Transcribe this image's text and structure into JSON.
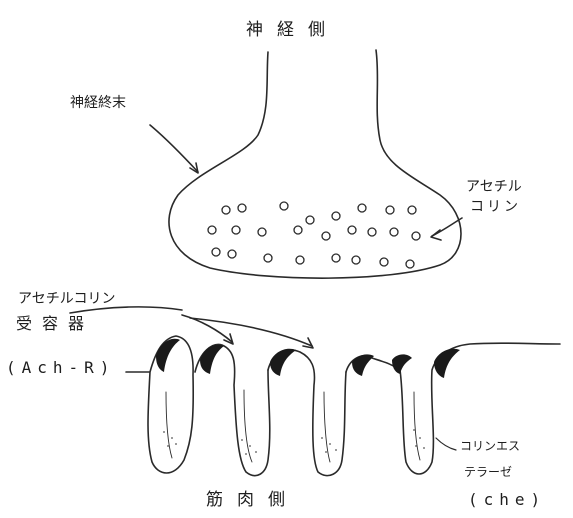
{
  "labels": {
    "nerve_side": "神経側",
    "nerve_terminal": "神経終末",
    "acetylcholine_line1": "アセチル",
    "acetylcholine_line2": "コリン",
    "receptor_line1": "アセチルコリン",
    "receptor_line2": "受容器",
    "receptor_abbrev": "(Ach-R)",
    "muscle_side": "筋肉側",
    "esterase_line1": "コリンエス",
    "esterase_line2": "テラーゼ",
    "esterase_abbrev": "(che)"
  },
  "colors": {
    "ink": "#2a2a2a",
    "shading": "#1a1a1a",
    "background": "#ffffff"
  }
}
